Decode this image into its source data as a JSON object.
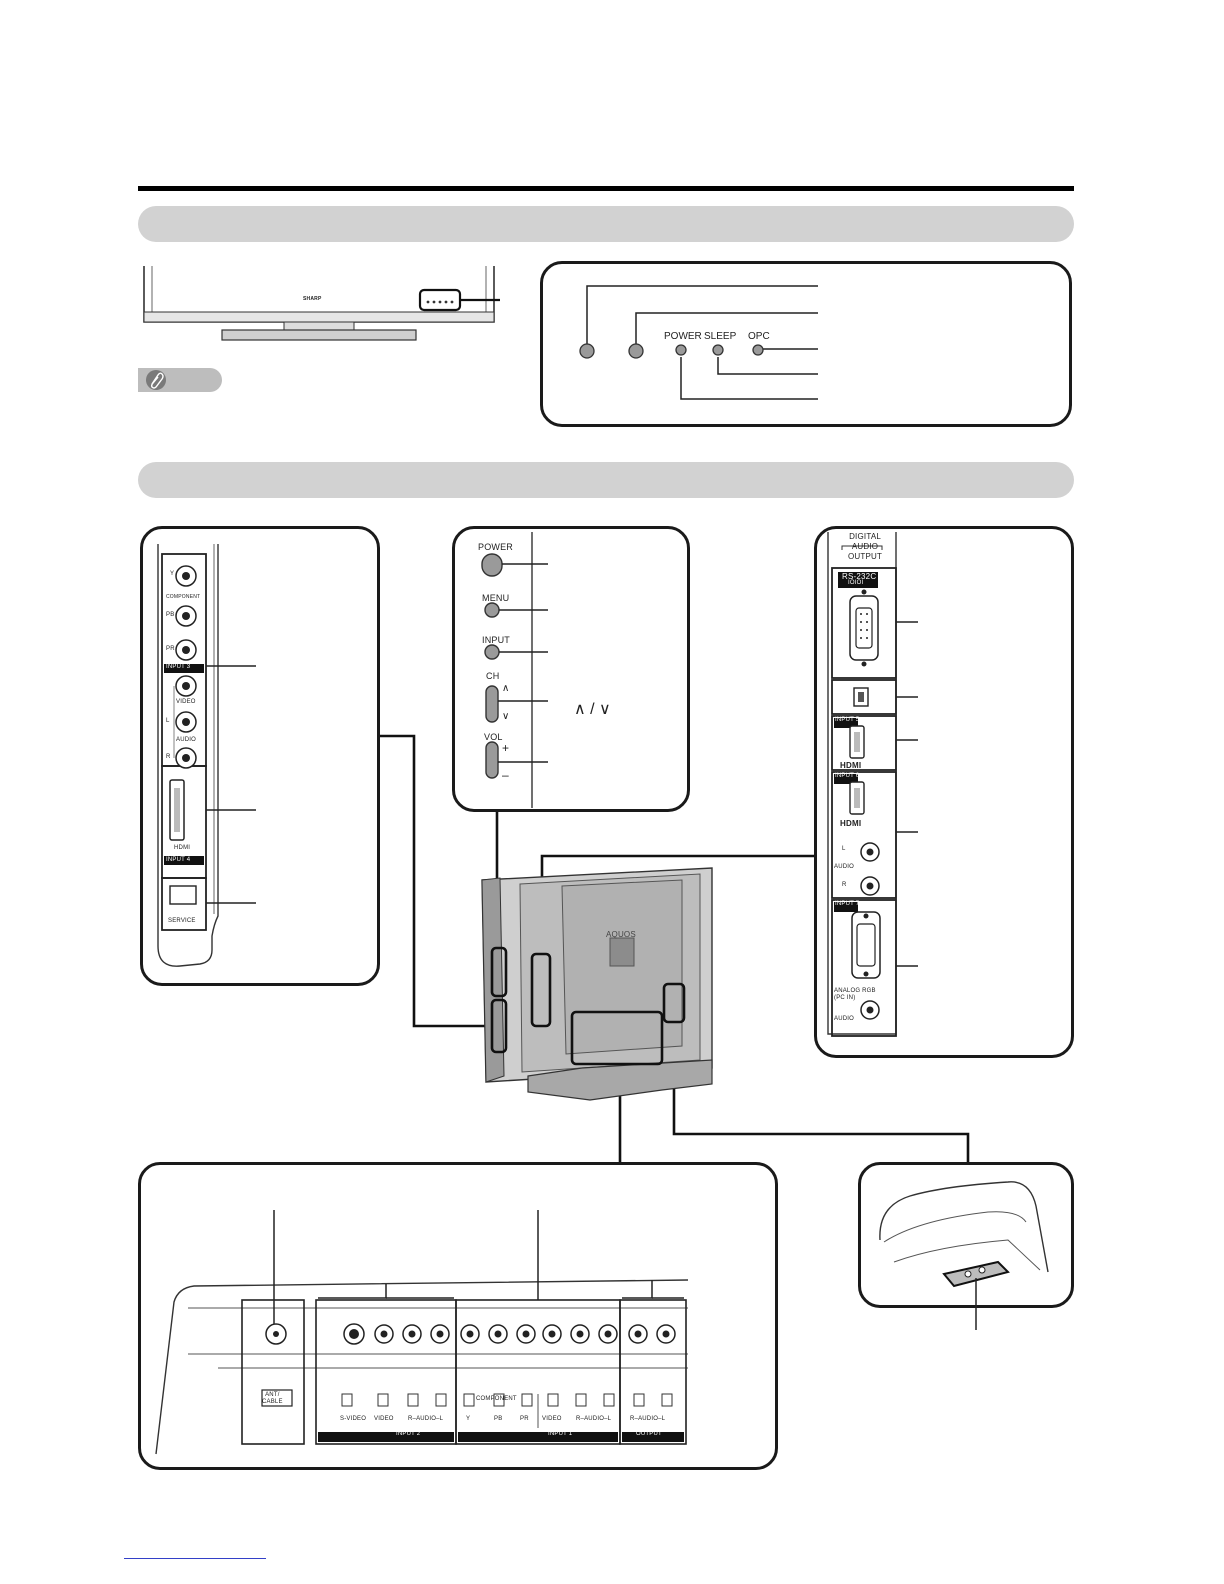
{
  "front_panel": {
    "brand": "SHARP",
    "indicators": {
      "power": "POWER",
      "sleep": "SLEEP",
      "opc": "OPC"
    }
  },
  "side_controls": {
    "power": "POWER",
    "menu": "MENU",
    "input": "INPUT",
    "ch": "CH",
    "vol": "VOL",
    "ch_up_symbol": "∧",
    "ch_down_symbol": "∨",
    "vol_plus": "+",
    "vol_minus": "–",
    "ch_arrows_label": "∧ / ∨"
  },
  "left_side_terminals": {
    "y": "Y",
    "component": "COMPONENT",
    "pb": "PB",
    "pr": "PR",
    "input3": "INPUT 3",
    "video": "VIDEO",
    "audio": "AUDIO",
    "l": "L",
    "r": "R",
    "hdmi": "HDMI",
    "input4": "INPUT 4",
    "service": "SERVICE"
  },
  "right_side_terminals": {
    "digital_audio_output": [
      "DIGITAL",
      "AUDIO",
      "OUTPUT"
    ],
    "rs232c": "RS-232C",
    "rs232c_sub": "IOIOI",
    "input5": "INPUT 5",
    "input6": "INPUT 6",
    "hdmi_logo": "HDMI",
    "audio": "AUDIO",
    "l": "L",
    "r": "R",
    "input7": "INPUT 7",
    "analog_rgb": "ANALOG RGB",
    "pc_in": "(PC IN)",
    "audio_bottom": "AUDIO"
  },
  "tv_rear": {
    "brand": "AQUOS"
  },
  "rear_terminals": {
    "ant_cable": [
      "ANT/",
      "CABLE"
    ],
    "s_video": "S-VIDEO",
    "video": "VIDEO",
    "r_audio_l": "R–AUDIO–L",
    "component": "COMPONENT",
    "y": "Y",
    "pb": "PB",
    "pr": "PR",
    "input2": "INPUT 2",
    "input1": "INPUT 1",
    "output": "OUTPUT"
  }
}
